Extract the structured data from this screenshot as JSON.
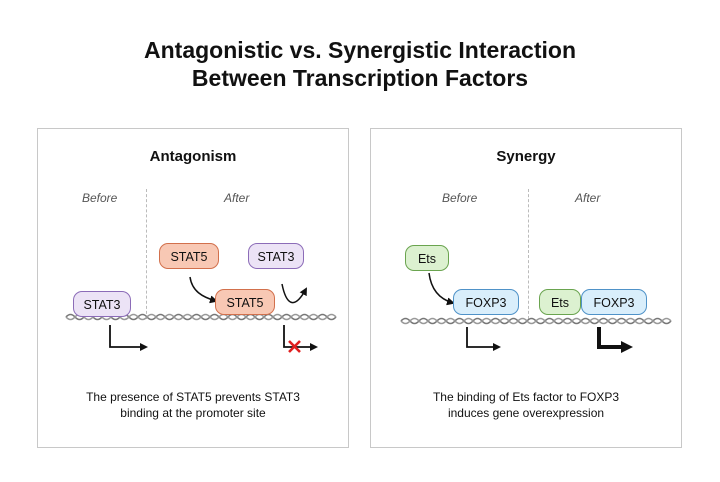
{
  "title": {
    "line1": "Antagonistic vs. Synergistic Interaction",
    "line2": "Between Transcription Factors"
  },
  "antagonism": {
    "title": "Antagonism",
    "before": "Before",
    "after": "After",
    "stat3_label": "STAT3",
    "stat5_label": "STAT5",
    "caption_line1": "The presence of STAT5 prevents STAT3",
    "caption_line2": "binding at the promoter site"
  },
  "synergy": {
    "title": "Synergy",
    "before": "Before",
    "after": "After",
    "ets_label": "Ets",
    "foxp3_label": "FOXP3",
    "caption_line1": "The binding of Ets factor to FOXP3",
    "caption_line2": "induces gene overexpression"
  },
  "colors": {
    "stat3": "#ece3f6",
    "stat5": "#f8c8b4",
    "ets": "#dcf1d0",
    "foxp3": "#d9eefb",
    "block_x": "#e02020"
  }
}
